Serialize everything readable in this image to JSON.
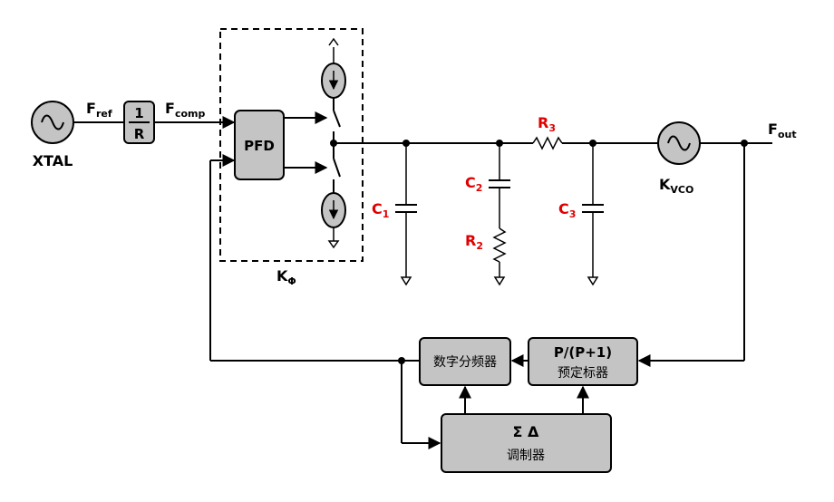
{
  "signals": {
    "f_ref": {
      "main": "F",
      "sub": "ref"
    },
    "f_comp": {
      "main": "F",
      "sub": "comp"
    },
    "f_out": {
      "main": "F",
      "sub": "out"
    }
  },
  "blocks": {
    "xtal": "XTAL",
    "ref_divider": {
      "numerator": "1",
      "denominator": "R"
    },
    "pfd": "PFD",
    "k_phi": {
      "main": "K",
      "sub": "Φ"
    },
    "k_vco": {
      "main": "K",
      "sub": "VCO"
    },
    "digital_divider": "数字分频器",
    "prescaler": {
      "line1": "P/(P+1)",
      "line2": "预定标器"
    },
    "sigma_delta": {
      "line1": "Σ Δ",
      "line2": "调制器"
    }
  },
  "components": {
    "c1": {
      "main": "C",
      "sub": "1"
    },
    "c2": {
      "main": "C",
      "sub": "2"
    },
    "c3": {
      "main": "C",
      "sub": "3"
    },
    "r2": {
      "main": "R",
      "sub": "2"
    },
    "r3": {
      "main": "R",
      "sub": "3"
    }
  },
  "colors": {
    "block_fill": "#c4c4c4",
    "component_label": "#e00000",
    "line": "#000000"
  }
}
